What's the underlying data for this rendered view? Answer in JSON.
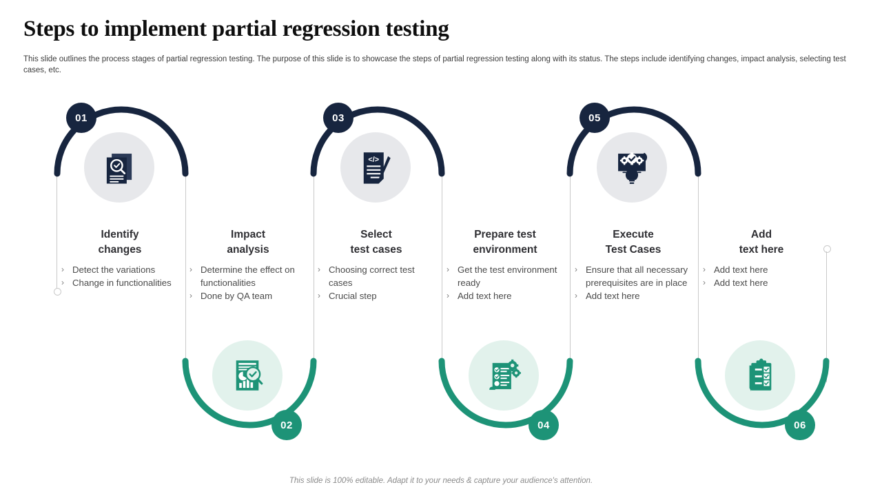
{
  "header": {
    "title": "Steps to implement partial regression testing",
    "description": "This slide outlines the process stages of partial regression testing. The purpose of this slide is to showcase the steps of partial regression testing along with its status. The steps include identifying changes, impact analysis, selecting test cases, etc."
  },
  "theme": {
    "navy": "#17253f",
    "teal": "#1d9377",
    "bubble_grey": "#e7e8eb",
    "bubble_mint": "#e2f2ec",
    "line_grey": "#c9c9c9"
  },
  "steps": [
    {
      "number": "01",
      "title_line1": "Identify",
      "title_line2": "changes",
      "accent": "navy",
      "icon": "document-search-icon",
      "bullets": [
        "Detect the variations",
        "Change in functionalities"
      ]
    },
    {
      "number": "02",
      "title_line1": "Impact",
      "title_line2": "analysis",
      "accent": "teal",
      "icon": "report-analysis-icon",
      "bullets": [
        "Determine the effect on functionalities",
        "Done by QA team"
      ]
    },
    {
      "number": "03",
      "title_line1": "Select",
      "title_line2": "test cases",
      "accent": "navy",
      "icon": "code-document-pen-icon",
      "bullets": [
        "Choosing correct test cases",
        "Crucial step"
      ]
    },
    {
      "number": "04",
      "title_line1": "Prepare test",
      "title_line2": "environment",
      "accent": "teal",
      "icon": "checklist-gears-icon",
      "bullets": [
        "Get the test environment ready",
        "Add text here"
      ]
    },
    {
      "number": "05",
      "title_line1": "Execute",
      "title_line2": "Test Cases",
      "accent": "navy",
      "icon": "gears-lightbulb-icon",
      "bullets": [
        "Ensure that all necessary prerequisites are in place",
        "Add text here"
      ]
    },
    {
      "number": "06",
      "title_line1": "Add",
      "title_line2": "text here",
      "accent": "teal",
      "icon": "clipboard-checklist-icon",
      "bullets": [
        "Add text here",
        "Add text here"
      ]
    }
  ],
  "bullet_marker": "›",
  "footer": {
    "note": "This slide is 100% editable. Adapt it to your needs & capture your audience's attention."
  }
}
